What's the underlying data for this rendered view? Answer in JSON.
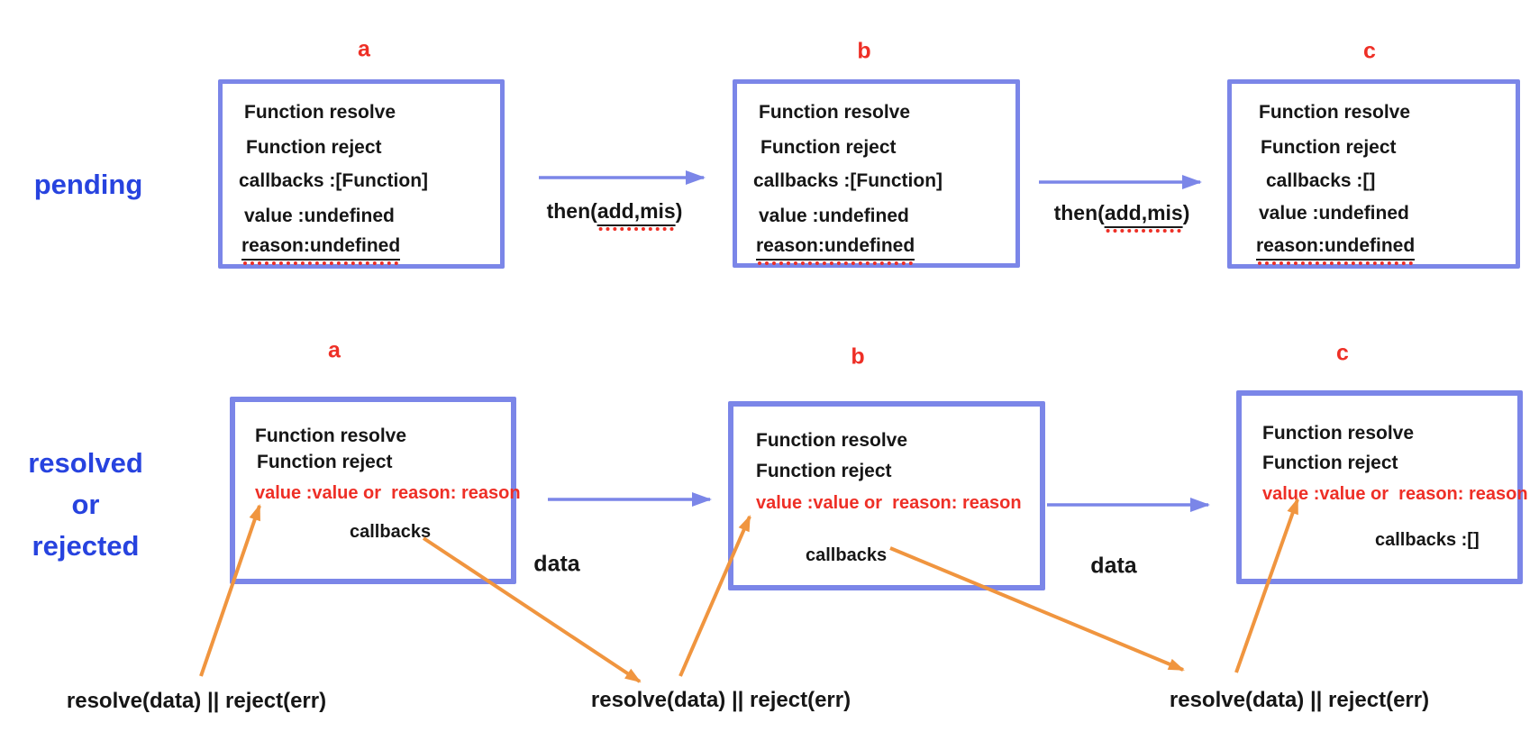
{
  "colors": {
    "accent_blue": "#7b86e8",
    "label_blue": "#2743df",
    "red": "#ee2f26",
    "orange": "#f0953f",
    "ink": "#161616"
  },
  "top_row": {
    "state_label": "pending",
    "tags": [
      "a",
      "b",
      "c"
    ],
    "boxes": [
      {
        "lines": [
          "Function resolve",
          "Function reject",
          "callbacks :[Function]",
          "value :undefined",
          "reason:undefined"
        ]
      },
      {
        "lines": [
          "Function resolve",
          "Function reject",
          "callbacks :[Function]",
          "value :undefined",
          "reason:undefined"
        ]
      },
      {
        "lines": [
          "Function resolve",
          "Function reject",
          "callbacks :[]",
          "value :undefined",
          "reason:undefined"
        ]
      }
    ],
    "then_labels": [
      {
        "prefix": "then(",
        "underlined": "add,mis",
        "suffix": ")"
      },
      {
        "prefix": "then(",
        "underlined": "add,mis",
        "suffix": ")"
      }
    ]
  },
  "bottom_row": {
    "state_label_lines": [
      "resolved",
      "or",
      "rejected"
    ],
    "tags": [
      "a",
      "b",
      "c"
    ],
    "boxes": [
      {
        "line1": "Function resolve",
        "line2": "Function reject",
        "value_line": "value :value or  reason: reason",
        "callbacks_line": "callbacks"
      },
      {
        "line1": "Function resolve",
        "line2": "Function reject",
        "value_line": "value :value or  reason: reason",
        "callbacks_line": "callbacks"
      },
      {
        "line1": "Function resolve",
        "line2": "Function reject",
        "value_line": "value :value or  reason: reason",
        "callbacks_line": "callbacks :[]"
      }
    ],
    "data_labels": [
      "data",
      "data"
    ],
    "resolve_labels": [
      "resolve(data) || reject(err)",
      "resolve(data) || reject(err)",
      "resolve(data) || reject(err)"
    ]
  }
}
